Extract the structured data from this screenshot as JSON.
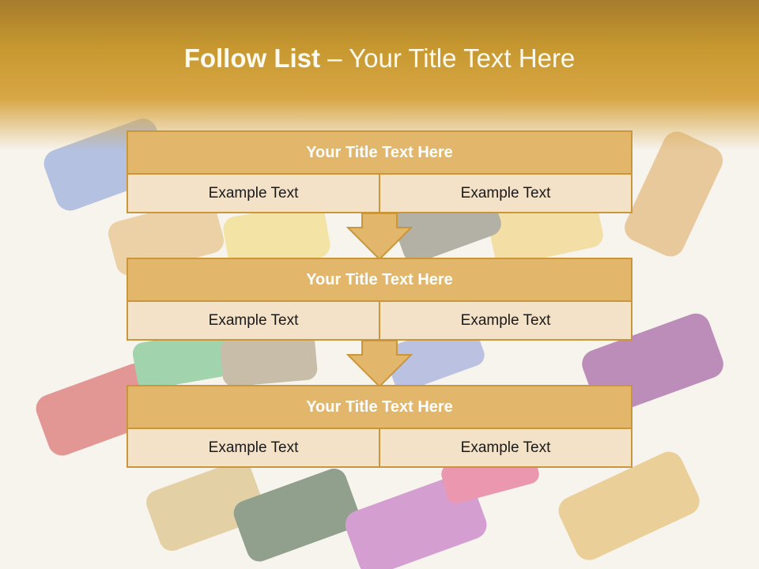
{
  "slide": {
    "title_bold": "Follow List",
    "title_sep": " – ",
    "title_rest": "Your Title Text Here"
  },
  "blocks": [
    {
      "title": "Your Title Text Here",
      "left": "Example Text",
      "right": "Example Text"
    },
    {
      "title": "Your Title Text Here",
      "left": "Example Text",
      "right": "Example Text"
    },
    {
      "title": "Your Title Text Here",
      "left": "Example Text",
      "right": "Example Text"
    }
  ],
  "colors": {
    "header": "#c7982f",
    "block_title": "#e2b76c",
    "block_border": "#c9963a",
    "cell_fill": "#f3e1c8"
  }
}
